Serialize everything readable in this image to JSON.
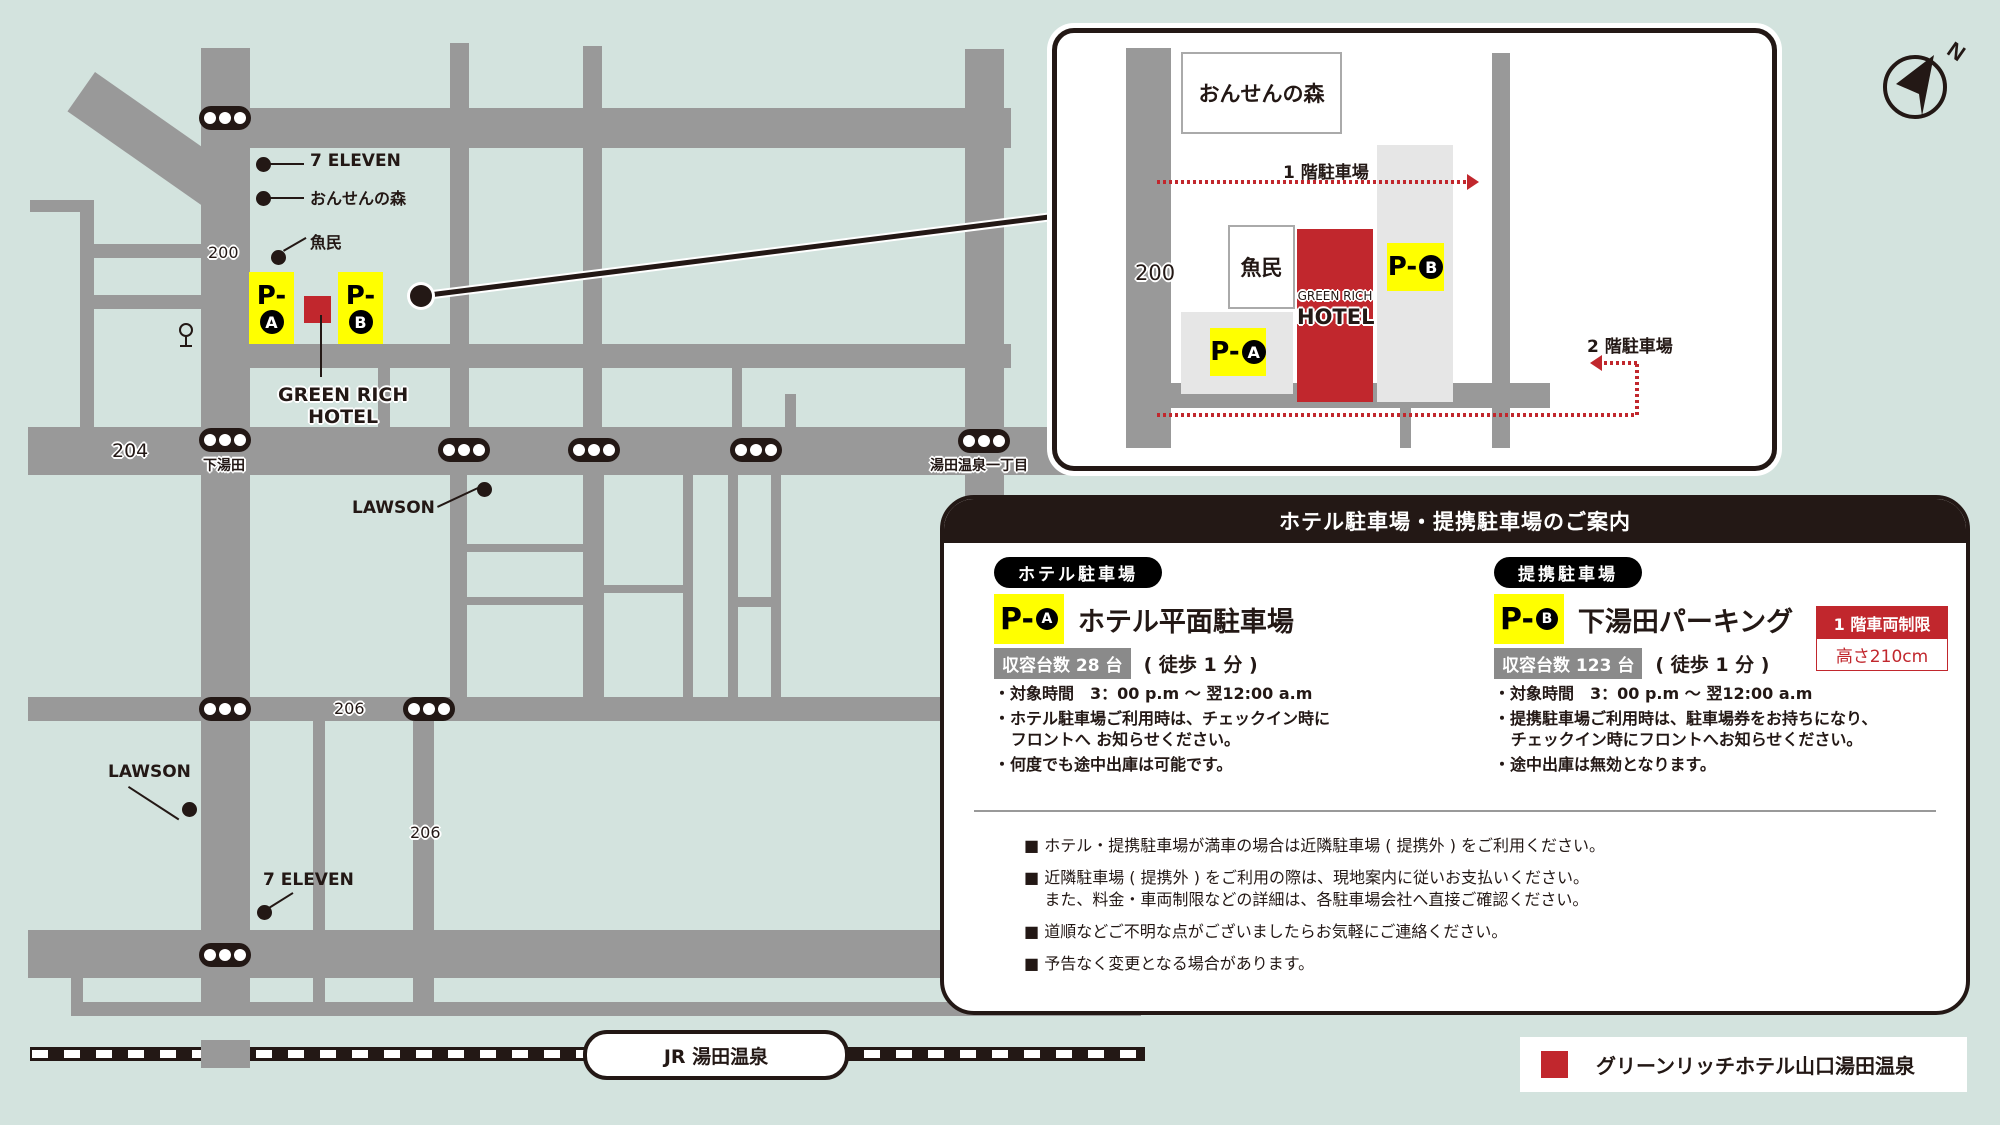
{
  "map": {
    "background_color": "#d3e3de",
    "road_color": "#999999",
    "hotel_color": "#c1272d",
    "parking_color": "#ffff00",
    "route_labels": {
      "route_200": "200",
      "route_204": "204",
      "route_206_horizontal": "206",
      "route_206_vertical": "206"
    },
    "intersections": {
      "shimoyuda": "下湯田",
      "yuda_onsen_1chome": "湯田温泉一丁目"
    },
    "pois": {
      "seven_eleven_north": "7 ELEVEN",
      "onsen_no_mori": "おんせんの森",
      "gyomin": "魚民",
      "lawson_east": "LAWSON",
      "lawson_west": "LAWSON",
      "seven_eleven_south": "7 ELEVEN"
    },
    "parking_markers": {
      "a": {
        "prefix": "P-",
        "letter": "A"
      },
      "b": {
        "prefix": "P-",
        "letter": "B"
      }
    },
    "hotel_label_line1": "GREEN RICH",
    "hotel_label_line2": "HOTEL",
    "station": "JR 湯田温泉",
    "compass_label": "N"
  },
  "inset": {
    "route_200": "200",
    "onsen_no_mori": "おんせんの森",
    "gyomin": "魚民",
    "hotel_line1": "GREEN RICH",
    "hotel_line2": "HOTEL",
    "parking_a": {
      "prefix": "P-",
      "letter": "A"
    },
    "parking_b": {
      "prefix": "P-",
      "letter": "B"
    },
    "floor1_route": "1 階駐車場",
    "floor2_route": "2 階駐車場",
    "route_color": "#c1272d"
  },
  "info": {
    "title": "ホテル駐車場・提携駐車場のご案内",
    "hotel_lot": {
      "category": "ホテル駐車場",
      "tag_prefix": "P-",
      "tag_letter": "A",
      "name": "ホテル平面駐車場",
      "capacity": "収容台数  28 台",
      "walk": "( 徒歩 1 分 )",
      "bullets": [
        "・対象時間　3：00 p.m ～ 翌12:00 a.m",
        "・ホテル駐車場ご利用時は、チェックイン時に\n   フロントへ お知らせください。",
        "・何度でも途中出庫は可能です。"
      ]
    },
    "partner_lot": {
      "category": "提携駐車場",
      "tag_prefix": "P-",
      "tag_letter": "B",
      "name": "下湯田パーキング",
      "restriction_title": "1 階車両制限",
      "restriction_value": "高さ210cm",
      "capacity": "収容台数  123 台",
      "walk": "( 徒歩 1 分 )",
      "bullets": [
        "・対象時間　3：00 p.m ～ 翌12:00 a.m",
        "・提携駐車場ご利用時は、駐車場券をお持ちになり、\n   チェックイン時にフロントへお知らせください。",
        "・途中出庫は無効となります。"
      ]
    },
    "notes": [
      "■ ホテル・提携駐車場が満車の場合は近隣駐車場 ( 提携外 ) をご利用ください。",
      "■ 近隣駐車場 ( 提携外 ) をご利用の際は、現地案内に従いお支払いください。\n    また、料金・車両制限などの詳細は、各駐車場会社へ直接ご確認ください。",
      "■ 道順などご不明な点がございましたらお気軽にご連絡ください。",
      "■ 予告なく変更となる場合があります。"
    ]
  },
  "legend": {
    "label": "グリーンリッチホテル山口湯田温泉",
    "swatch_color": "#c1272d"
  }
}
